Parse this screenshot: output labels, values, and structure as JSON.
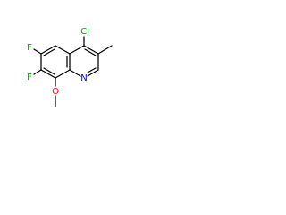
{
  "molecule": {
    "atoms": {
      "chlorine": {
        "label": "Cl",
        "color": "#00a000"
      },
      "fluorine_top": {
        "label": "F",
        "color": "#00a000"
      },
      "fluorine_bottom": {
        "label": "F",
        "color": "#00a000"
      },
      "nitrogen": {
        "label": "N",
        "color": "#0000ff"
      },
      "oxygen": {
        "label": "O",
        "color": "#ff0000"
      }
    },
    "bond_color": "#000000",
    "background": "#ffffff"
  }
}
